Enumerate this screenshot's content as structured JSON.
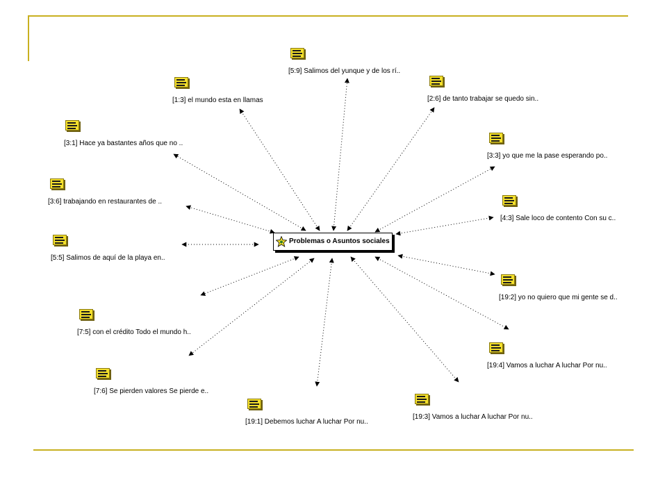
{
  "diagram": {
    "center": {
      "label": "Problemas o Asuntos sociales",
      "icon": "star-icon"
    },
    "quotes": [
      {
        "id": "quote-5-9",
        "label": "[5:9] Salimos del yunque y de los rí.."
      },
      {
        "id": "quote-1-3",
        "label": "[1:3] el mundo esta en llamas"
      },
      {
        "id": "quote-2-6",
        "label": "[2:6] de tanto trabajar se quedo sin.."
      },
      {
        "id": "quote-3-1",
        "label": "[3:1] Hace ya bastantes años que no .."
      },
      {
        "id": "quote-3-3",
        "label": "[3:3] yo que me la pase esperando po.."
      },
      {
        "id": "quote-3-6",
        "label": "[3:6] trabajando en restaurantes de .."
      },
      {
        "id": "quote-4-3",
        "label": "[4:3] Sale loco de contento Con su c.."
      },
      {
        "id": "quote-5-5",
        "label": "[5:5] Salimos de aquí de la playa en.."
      },
      {
        "id": "quote-19-2",
        "label": "[19:2] yo no quiero que mi gente se d.."
      },
      {
        "id": "quote-7-5",
        "label": "[7:5] con el crédito Todo el mundo h.."
      },
      {
        "id": "quote-19-4",
        "label": "[19:4] Vamos a luchar A luchar Por nu.."
      },
      {
        "id": "quote-7-6",
        "label": "[7:6] Se pierden valores Se pierde e.."
      },
      {
        "id": "quote-19-3",
        "label": "[19:3] Vamos a luchar A luchar Por nu.."
      },
      {
        "id": "quote-19-1",
        "label": "[19:1] Debemos luchar A luchar Por nu.."
      }
    ]
  },
  "colors": {
    "frame": "#c8b020",
    "memo": "#f3df2c"
  }
}
